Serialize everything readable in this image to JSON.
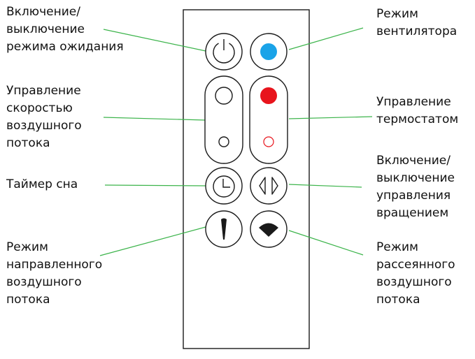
{
  "colors": {
    "leader_line": "#3cb44b",
    "fan_indicator": "#1aa3e8",
    "heat_indicator": "#e8141c",
    "outline": "#1a1a1a"
  },
  "labels": {
    "standby": [
      "Включение/",
      "выключение",
      "режима ожидания"
    ],
    "airflow_speed": [
      "Управление",
      "скоростью",
      "воздушного",
      "потока"
    ],
    "sleep_timer": [
      "Таймер сна"
    ],
    "focused_mode": [
      "Режим",
      "направленного",
      "воздушного",
      "потока"
    ],
    "fan_mode": [
      "Режим",
      "вентилятора"
    ],
    "thermostat": [
      "Управление",
      "термостатом"
    ],
    "oscillation": [
      "Включение/",
      "выключение",
      "управления",
      "вращением"
    ],
    "diffused_mode": [
      "Режим",
      "рассеянного",
      "воздушного",
      "потока"
    ]
  },
  "icons": {
    "standby": "power-icon",
    "fan": "blue-dot-icon",
    "speed": "speed-circles-icon",
    "thermostat": "red-dot-icon",
    "timer": "clock-icon",
    "oscillation": "oscillation-arrows-icon",
    "focused": "focused-airflow-icon",
    "diffused": "diffused-airflow-icon"
  }
}
